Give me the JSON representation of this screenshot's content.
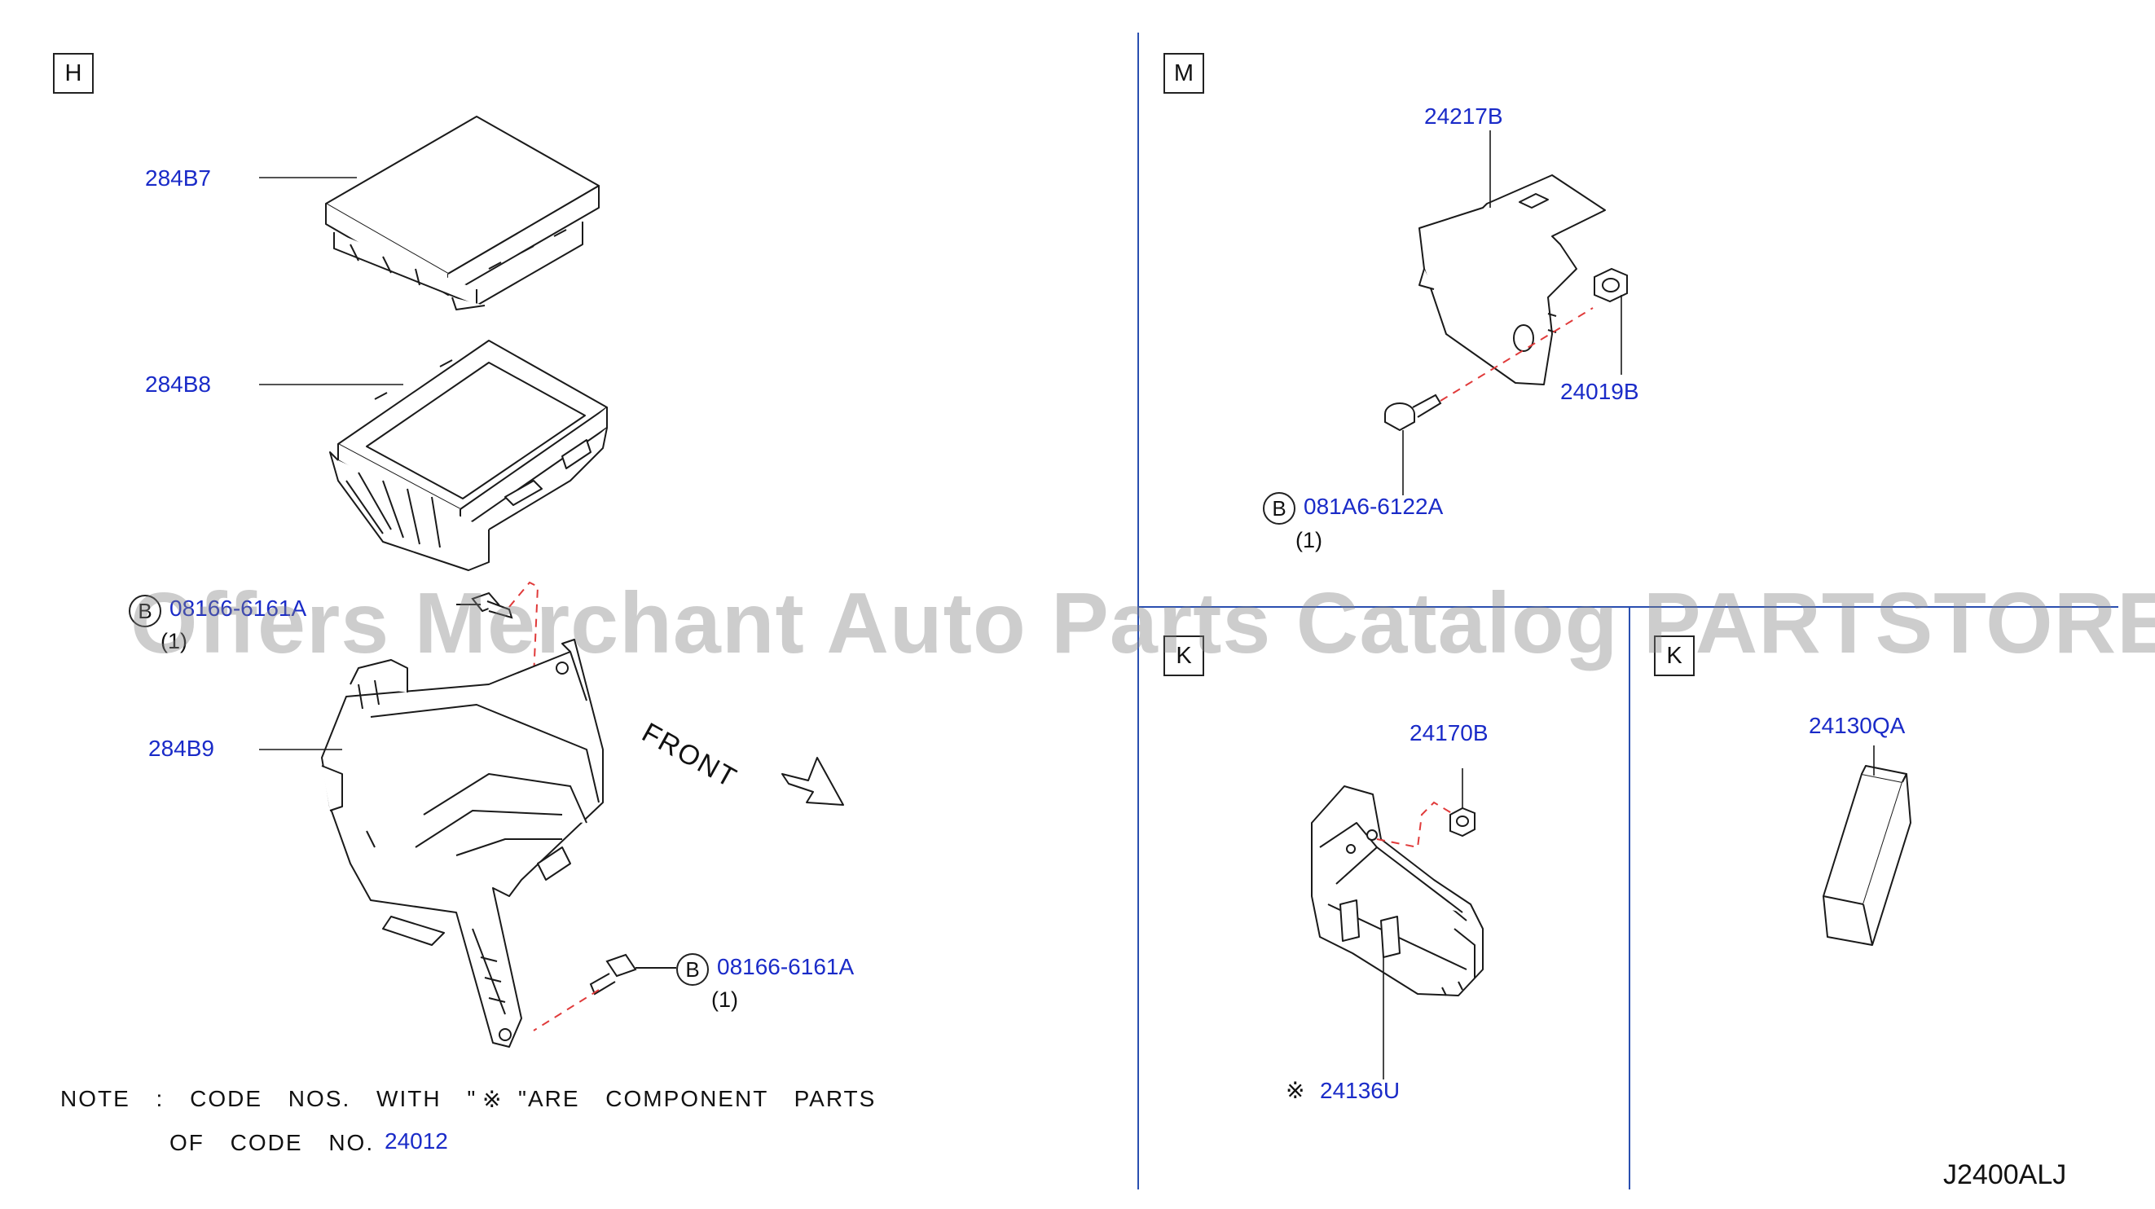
{
  "sections": {
    "h": "H",
    "m": "M",
    "k1": "K",
    "k2": "K"
  },
  "parts": {
    "p284B7": "284B7",
    "p284B8": "284B8",
    "p284B9": "284B9",
    "bolt_h_top": "08166-6161A",
    "bolt_h_bottom": "08166-6161A",
    "p24217B": "24217B",
    "p24019B": "24019B",
    "bolt_m": "081A6-6122A",
    "p24170B": "24170B",
    "p24136U": "24136U",
    "p24130QA": "24130QA"
  },
  "bolt_prefix": "B",
  "quantity": "(1)",
  "reference_mark": "※",
  "front_label": "FRONT",
  "note": {
    "line1_a": "NOTE : CODE NOS. WITH \"",
    "line1_b": "\"ARE COMPONENT PARTS",
    "line2_a": "OF CODE NO.",
    "line2_code": "24012"
  },
  "diagram_code": "J2400ALJ",
  "watermark": "Offers Merchant Auto Parts Catalog PARTSTORE.SA",
  "colors": {
    "label_blue": "#1a2bc8",
    "divider_blue": "#2a4fb0",
    "dash_red": "#e03a3a",
    "line": "#1a1a1a"
  }
}
